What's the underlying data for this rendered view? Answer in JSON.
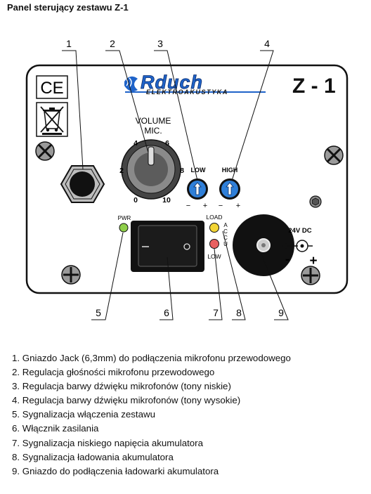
{
  "title": "Panel sterujący zestawu Z-1",
  "callouts": [
    "1",
    "2",
    "3",
    "4",
    "5",
    "6",
    "7",
    "8",
    "9"
  ],
  "brand": {
    "name": "Rduch",
    "tagline": "ELEKTROAKUSTYKA",
    "model": "Z - 1"
  },
  "marks": {
    "ce": "CE"
  },
  "volume": {
    "label_line1": "VOLUME",
    "label_line2": "MIC.",
    "scale": [
      "0",
      "2",
      "4",
      "6",
      "8",
      "10"
    ]
  },
  "tone": {
    "low_label": "LOW",
    "high_label": "HIGH",
    "minus": "−",
    "plus": "+"
  },
  "indicators": {
    "pwr_label": "PWR",
    "load_label": "LOAD",
    "acu_letters": [
      "A",
      "C",
      "C",
      "U"
    ],
    "low_label": "LOW",
    "pwr_color": "#8fcf4a",
    "load_color": "#f3d536",
    "low_color": "#e86060"
  },
  "dc_input": {
    "label": "24V DC",
    "minus": "-",
    "plus": "+"
  },
  "colors": {
    "brand_blue": "#1f63c9",
    "knob_blue": "#2f7fd8"
  },
  "legend": [
    "1. Gniazdo Jack (6,3mm) do podłączenia mikrofonu przewodowego",
    "2. Regulacja głośności mikrofonu przewodowego",
    "3. Regulacja barwy dźwięku mikrofonów (tony niskie)",
    "4. Regulacja barwy dźwięku mikrofonów (tony wysokie)",
    "5. Sygnalizacja włączenia zestawu",
    "6. Włącznik zasilania",
    "7. Sygnalizacja niskiego napięcia akumulatora",
    "8. Sygnalizacja ładowania akumulatora",
    "9. Gniazdo do podłączenia ładowarki akumulatora"
  ]
}
